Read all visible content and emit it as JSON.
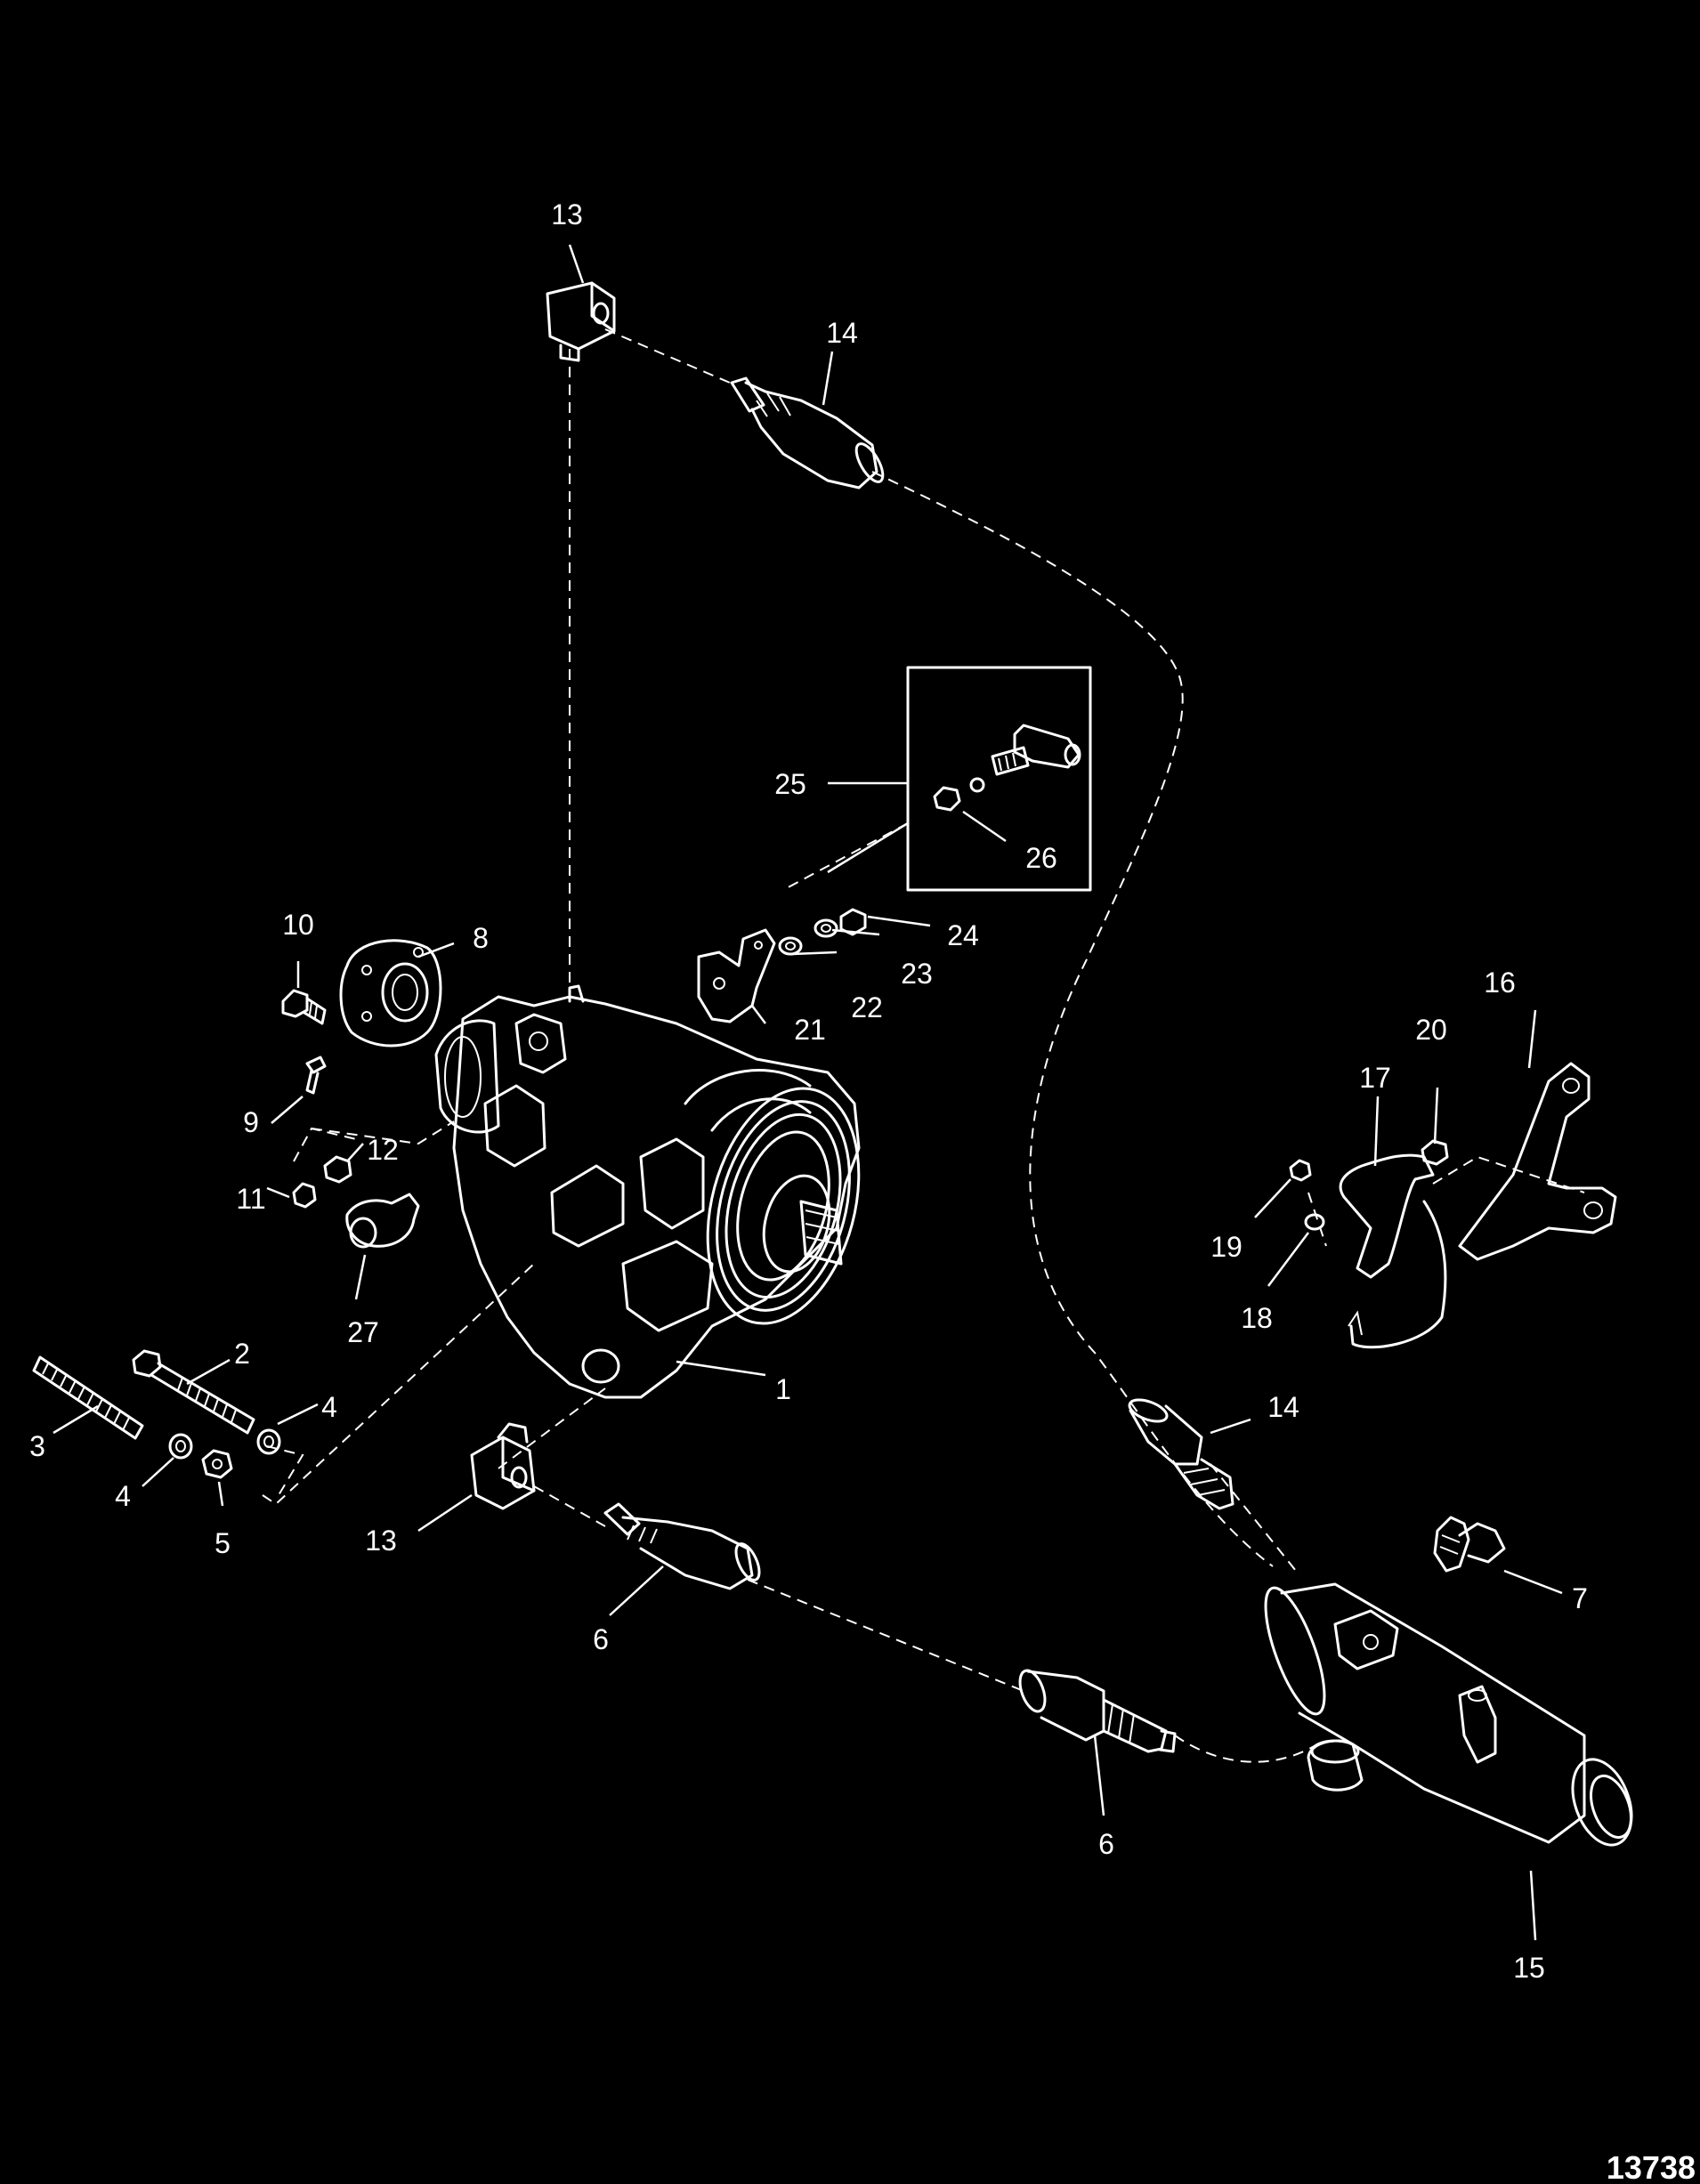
{
  "figure_number": "13738",
  "callouts": [
    {
      "key": "c1",
      "label": "1"
    },
    {
      "key": "c2",
      "label": "2"
    },
    {
      "key": "c3",
      "label": "3"
    },
    {
      "key": "c4a",
      "label": "4"
    },
    {
      "key": "c4b",
      "label": "4"
    },
    {
      "key": "c5",
      "label": "5"
    },
    {
      "key": "c6a",
      "label": "6"
    },
    {
      "key": "c6b",
      "label": "6"
    },
    {
      "key": "c7",
      "label": "7"
    },
    {
      "key": "c8",
      "label": "8"
    },
    {
      "key": "c9",
      "label": "9"
    },
    {
      "key": "c10",
      "label": "10"
    },
    {
      "key": "c11",
      "label": "11"
    },
    {
      "key": "c12",
      "label": "12"
    },
    {
      "key": "c13a",
      "label": "13"
    },
    {
      "key": "c13b",
      "label": "13"
    },
    {
      "key": "c14a",
      "label": "14"
    },
    {
      "key": "c14b",
      "label": "14"
    },
    {
      "key": "c15",
      "label": "15"
    },
    {
      "key": "c16",
      "label": "16"
    },
    {
      "key": "c17",
      "label": "17"
    },
    {
      "key": "c18",
      "label": "18"
    },
    {
      "key": "c19",
      "label": "19"
    },
    {
      "key": "c20",
      "label": "20"
    },
    {
      "key": "c21",
      "label": "21"
    },
    {
      "key": "c22",
      "label": "22"
    },
    {
      "key": "c23",
      "label": "23"
    },
    {
      "key": "c24",
      "label": "24"
    },
    {
      "key": "c25",
      "label": "25"
    },
    {
      "key": "c26",
      "label": "26"
    },
    {
      "key": "c27",
      "label": "27"
    }
  ]
}
